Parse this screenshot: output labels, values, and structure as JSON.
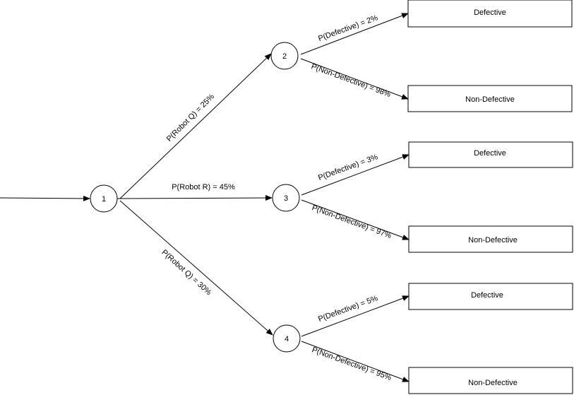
{
  "nodes": [
    {
      "id": "1",
      "label": "1"
    },
    {
      "id": "2",
      "label": "2"
    },
    {
      "id": "3",
      "label": "3"
    },
    {
      "id": "4",
      "label": "4"
    }
  ],
  "edges": [
    {
      "from": "1",
      "to": "2",
      "label": "P(Robot Q) = 25%"
    },
    {
      "from": "1",
      "to": "3",
      "label": "P(Robot R) = 45%"
    },
    {
      "from": "1",
      "to": "4",
      "label": "P(Robot Q) = 30%"
    },
    {
      "from": "2",
      "to": "2-defective",
      "label": "P(Defective)  = 2%"
    },
    {
      "from": "2",
      "to": "2-non-defective",
      "label": "P(Non-Defective)  = 98%"
    },
    {
      "from": "3",
      "to": "3-defective",
      "label": "P(Defective)  = 3%"
    },
    {
      "from": "3",
      "to": "3-non-defective",
      "label": "P(Non-Defective)  = 97%"
    },
    {
      "from": "4",
      "to": "4-defective",
      "label": "P(Defective)  = 5%"
    },
    {
      "from": "4",
      "to": "4-non-defective",
      "label": "P(Non-Defective)  = 95%"
    }
  ],
  "outcomes": [
    {
      "id": "2-defective",
      "label": "Defective"
    },
    {
      "id": "2-non-defective",
      "label": "Non-Defective"
    },
    {
      "id": "3-defective",
      "label": "Defective"
    },
    {
      "id": "3-non-defective",
      "label": "Non-Defective"
    },
    {
      "id": "4-defective",
      "label": "Defective"
    },
    {
      "id": "4-non-defective",
      "label": "Non-Defective"
    }
  ]
}
